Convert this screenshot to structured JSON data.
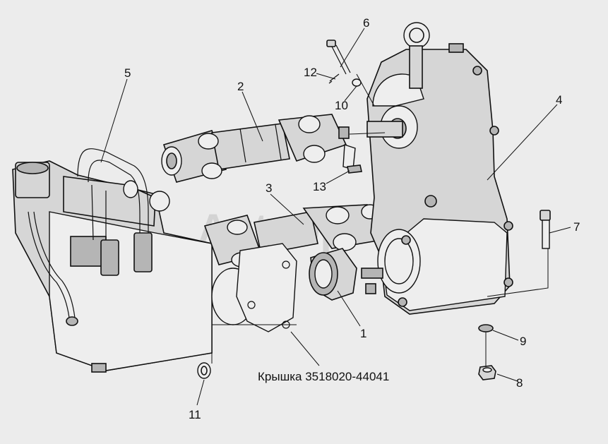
{
  "caption": "Крышка 3518020-44041",
  "watermark": "Autoopt",
  "callouts": [
    {
      "id": "1",
      "label": "1"
    },
    {
      "id": "2",
      "label": "2"
    },
    {
      "id": "3",
      "label": "3"
    },
    {
      "id": "4",
      "label": "4"
    },
    {
      "id": "5",
      "label": "5"
    },
    {
      "id": "6",
      "label": "6"
    },
    {
      "id": "7",
      "label": "7"
    },
    {
      "id": "8",
      "label": "8"
    },
    {
      "id": "9",
      "label": "9"
    },
    {
      "id": "10",
      "label": "10"
    },
    {
      "id": "11",
      "label": "11"
    },
    {
      "id": "12",
      "label": "12"
    },
    {
      "id": "13",
      "label": "13"
    }
  ]
}
